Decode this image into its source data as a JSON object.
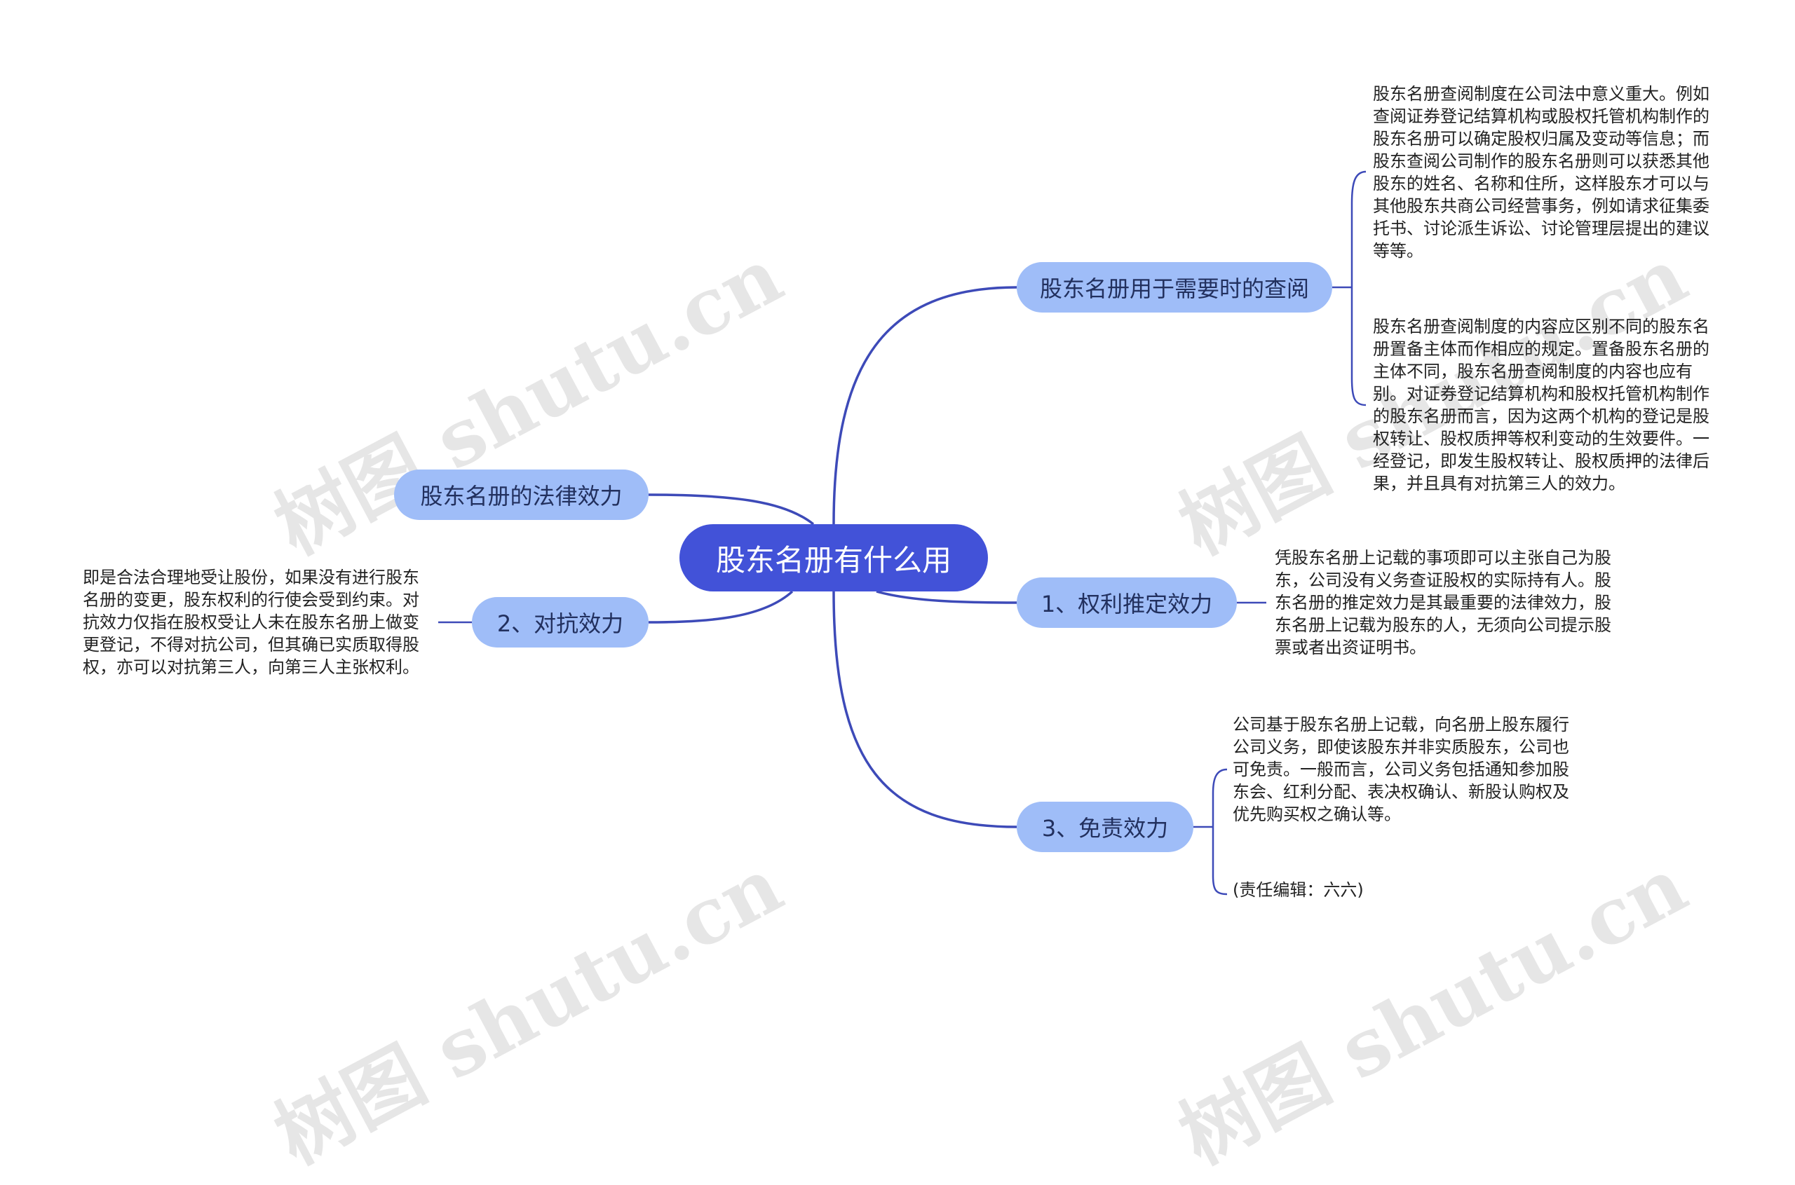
{
  "mindmap": {
    "root": "股东名册有什么用",
    "branches": [
      {
        "id": "b1",
        "label": "股东名册用于需要时的查阅",
        "leaves": [
          "股东名册查阅制度在公司法中意义重大。例如查阅证券登记结算机构或股权托管机构制作的股东名册可以确定股权归属及变动等信息；而股东查阅公司制作的股东名册则可以获悉其他股东的姓名、名称和住所，这样股东才可以与其他股东共商公司经营事务，例如请求征集委托书、讨论派生诉讼、讨论管理层提出的建议等等。",
          "股东名册查阅制度的内容应区别不同的股东名册置备主体而作相应的规定。置备股东名册的主体不同，股东名册查阅制度的内容也应有别。对证券登记结算机构和股权托管机构制作的股东名册而言，因为这两个机构的登记是股权转让、股权质押等权利变动的生效要件。一经登记，即发生股权转让、股权质押的法律后果，并且具有对抗第三人的效力。"
        ]
      },
      {
        "id": "b2",
        "label": "股东名册的法律效力",
        "leaves": []
      },
      {
        "id": "b3",
        "label": "1、权利推定效力",
        "leaves": [
          "凭股东名册上记载的事项即可以主张自己为股东，公司没有义务查证股权的实际持有人。股东名册的推定效力是其最重要的法律效力，股东名册上记载为股东的人，无须向公司提示股票或者出资证明书。"
        ]
      },
      {
        "id": "b4",
        "label": "2、对抗效力",
        "leaves": [
          "即是合法合理地受让股份，如果没有进行股东名册的变更，股东权利的行使会受到约束。对抗效力仅指在股权受让人未在股东名册上做变更登记，不得对抗公司，但其确已实质取得股权，亦可以对抗第三人，向第三人主张权利。"
        ]
      },
      {
        "id": "b5",
        "label": "3、免责效力",
        "leaves": [
          "公司基于股东名册上记载，向名册上股东履行公司义务，即使该股东并非实质股东，公司也可免责。一般而言，公司义务包括通知参加股东会、红利分配、表决权确认、新股认购权及优先购买权之确认等。",
          "(责任编辑：六六)"
        ]
      }
    ]
  },
  "watermark": "树图 shutu.cn",
  "colors": {
    "root_bg": "#4252d8",
    "branch_bg": "#9fbdf8",
    "connector": "#3d4ab8"
  }
}
